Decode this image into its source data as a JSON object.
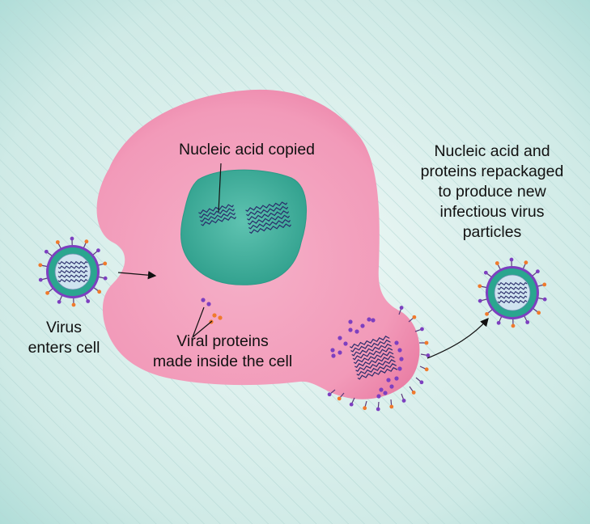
{
  "labels": {
    "nucleic_acid_copied": "Nucleic acid copied",
    "repackaged": [
      "Nucleic acid and",
      "proteins repackaged",
      "to produce new",
      "infectious virus",
      "particles"
    ],
    "virus_enters": [
      "Virus",
      "enters cell"
    ],
    "viral_proteins": [
      "Viral proteins",
      "made inside the cell"
    ]
  },
  "colors": {
    "background": "#d3ece8",
    "cell": "#f39dbb",
    "nucleus": "#3eb09e",
    "virus_coat": "#2aa68f",
    "virus_core": "#cfe3ef",
    "rna": "#2a2d6b",
    "protein_purple": "#7d3fc0",
    "protein_orange": "#f07a2c"
  }
}
